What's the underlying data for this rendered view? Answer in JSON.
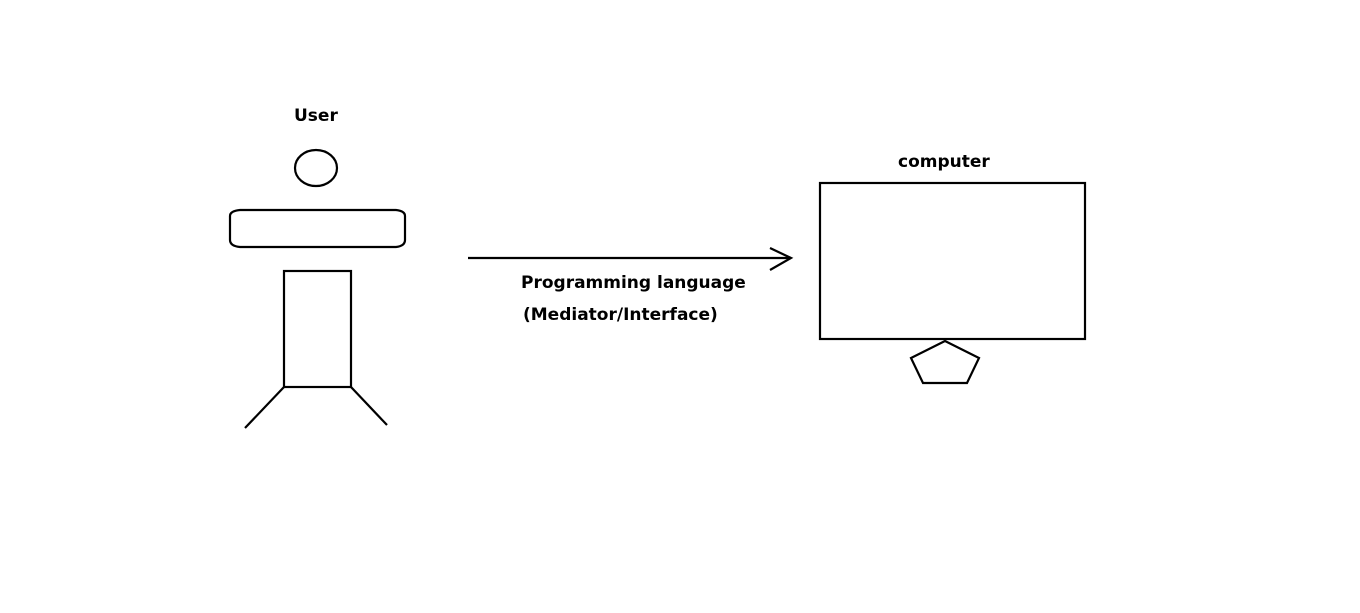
{
  "diagram": {
    "nodes": {
      "user": {
        "label": "User"
      },
      "computer": {
        "label": "computer"
      }
    },
    "edge": {
      "from": "user",
      "to": "computer",
      "label_line1": "Programming language",
      "label_line2": "(Mediator/Interface)"
    }
  },
  "colors": {
    "background": "#ffffff",
    "stroke": "#000000"
  }
}
